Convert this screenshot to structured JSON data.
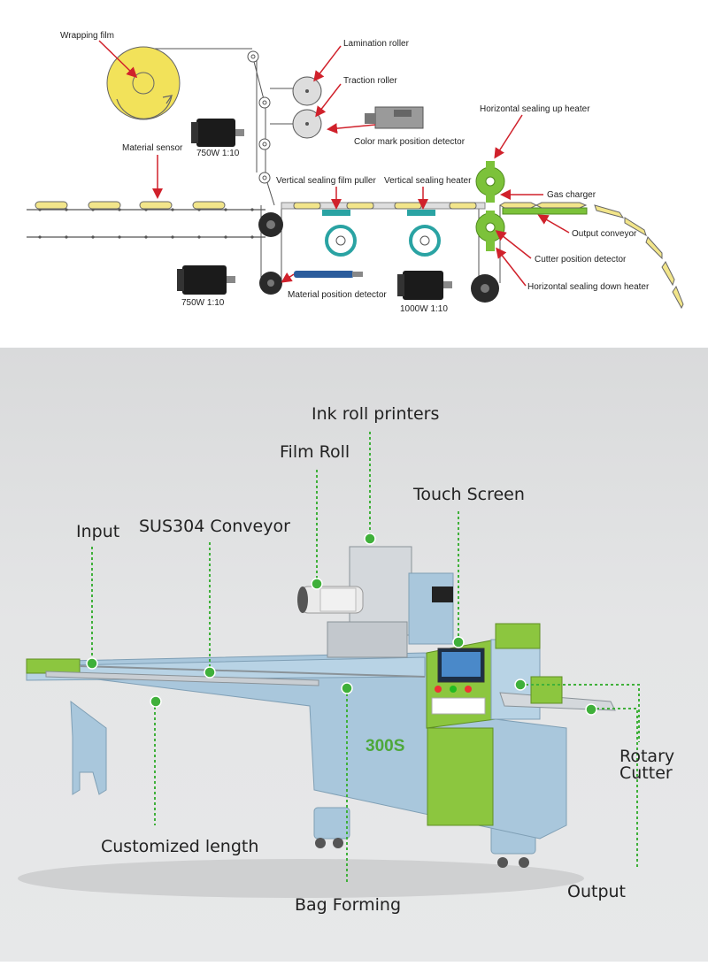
{
  "schematic": {
    "labels": {
      "wrapping_film": "Wrapping film",
      "lamination_roller": "Lamination roller",
      "traction_roller": "Traction roller",
      "color_mark_detector": "Color mark position detector",
      "horizontal_sealing_up_heater": "Horizontal sealing up heater",
      "material_sensor": "Material sensor",
      "vertical_sealing_film_puller": "Vertical sealing film puller",
      "vertical_sealing_heater": "Vertical sealing heater",
      "gas_charger": "Gas charger",
      "output_conveyor": "Output conveyor",
      "cutter_position_detector": "Cutter position detector",
      "horizontal_sealing_down_heater": "Horizontal sealing down heater",
      "material_position_detector": "Material position detector"
    },
    "motors": {
      "motor_top": "750W 1:10",
      "motor_bottom_left": "750W 1:10",
      "motor_bottom_center": "1000W 1:10"
    }
  },
  "machine": {
    "model_label": "300S",
    "callouts": {
      "ink_roll_printers": "Ink roll printers",
      "film_roll": "Film Roll",
      "touch_screen": "Touch Screen",
      "input": "Input",
      "sus304_conveyor": "SUS304 Conveyor",
      "rotary_cutter_line1": "Rotary",
      "rotary_cutter_line2": "Cutter",
      "customized_length": "Customized length",
      "bag_forming": "Bag Forming",
      "output": "Output"
    }
  },
  "colors": {
    "arrow_red": "#d0212b",
    "film_yellow": "#f2e25a",
    "heater_green": "#7cc23a",
    "sealer_teal": "#2aa3a3",
    "callout_green": "#3fb03a",
    "machine_blue": "#a9c7dc",
    "machine_green": "#8cc63f"
  }
}
